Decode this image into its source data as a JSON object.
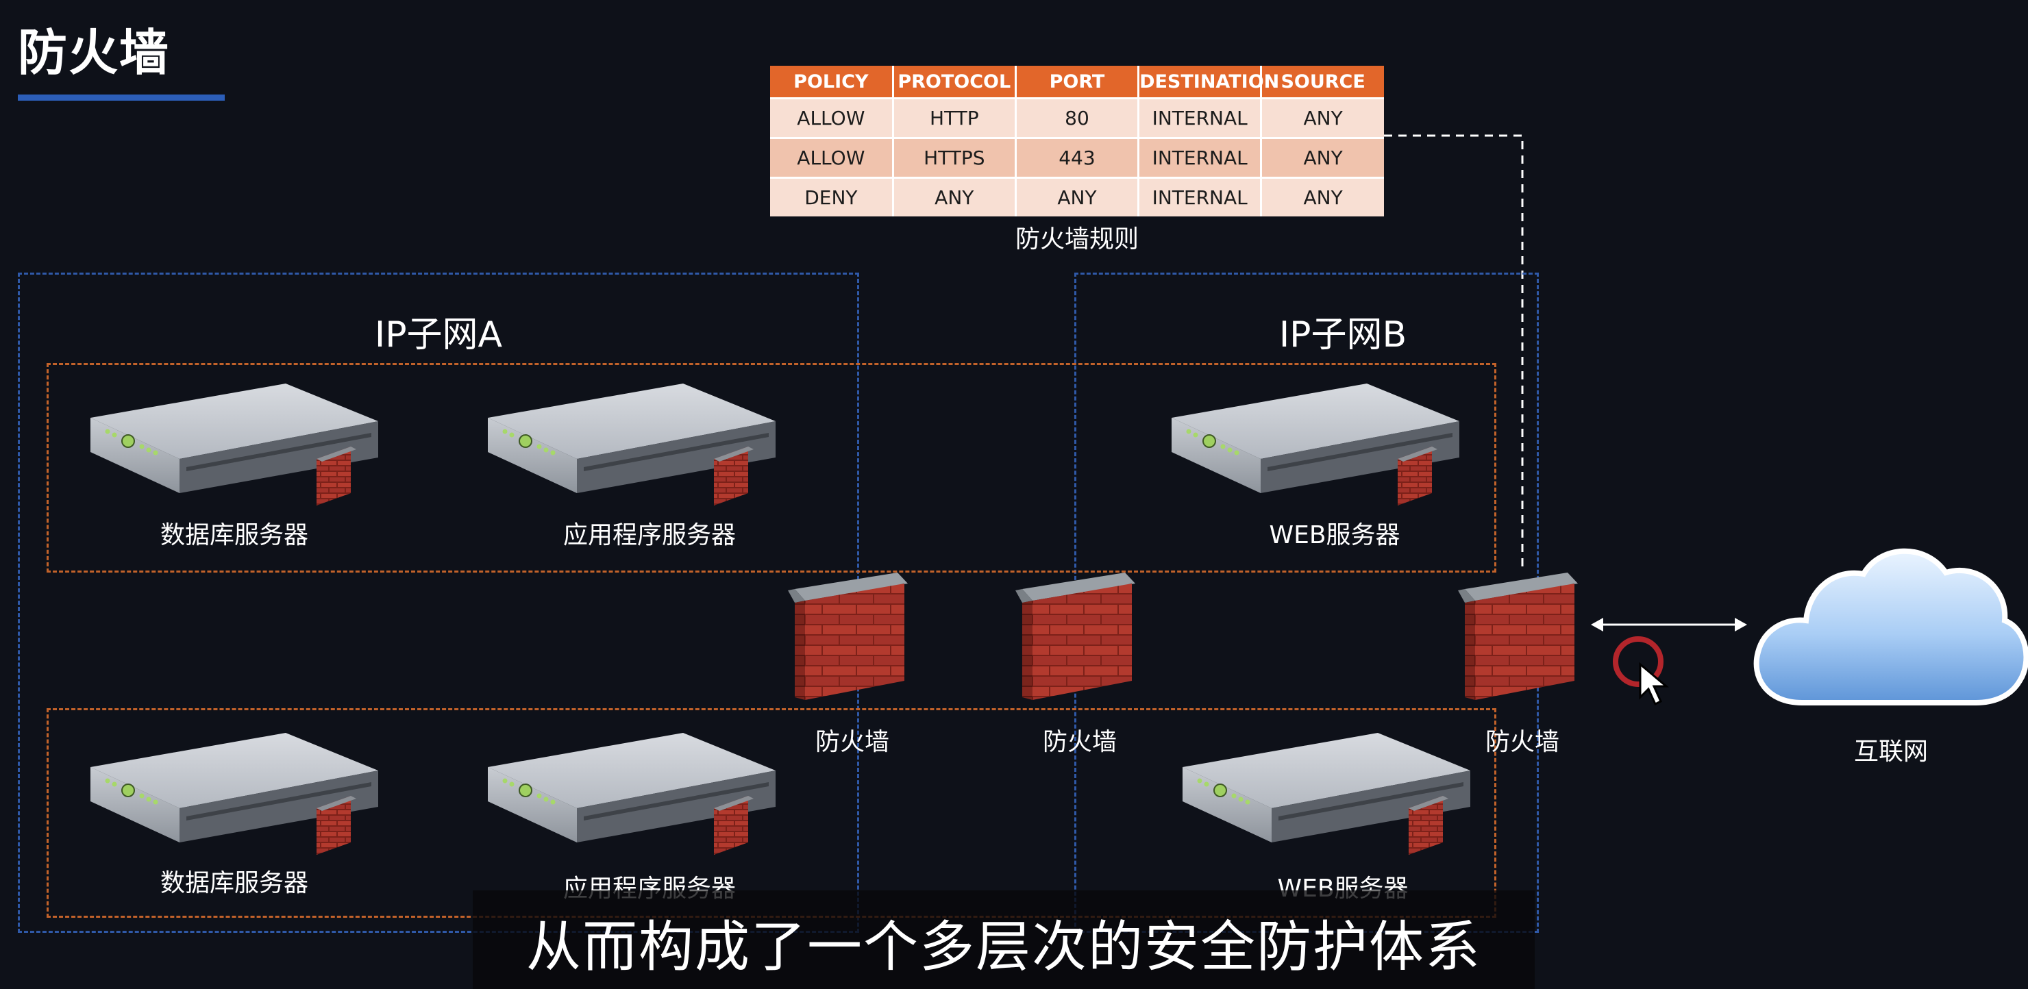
{
  "page": {
    "title": "防火墙"
  },
  "rules_table": {
    "caption": "防火墙规则",
    "columns": [
      "POLICY",
      "PROTOCOL",
      "PORT",
      "DESTINATION",
      "SOURCE"
    ],
    "rows": [
      [
        "ALLOW",
        "HTTP",
        "80",
        "INTERNAL",
        "ANY"
      ],
      [
        "ALLOW",
        "HTTPS",
        "443",
        "INTERNAL",
        "ANY"
      ],
      [
        "DENY",
        "ANY",
        "ANY",
        "INTERNAL",
        "ANY"
      ]
    ]
  },
  "subnets": [
    {
      "title": "IP子网A"
    },
    {
      "title": "IP子网B"
    }
  ],
  "servers": [
    {
      "label": "数据库服务器"
    },
    {
      "label": "应用程序服务器"
    },
    {
      "label": "WEB服务器"
    },
    {
      "label": "数据库服务器"
    },
    {
      "label": "应用程序服务器"
    },
    {
      "label": "WEB服务器"
    }
  ],
  "firewalls": [
    {
      "label": "防火墙"
    },
    {
      "label": "防火墙"
    },
    {
      "label": "防火墙"
    }
  ],
  "internet": {
    "label": "互联网"
  },
  "subtitle": {
    "text": "从而构成了一个多层次的安全防护体系"
  },
  "colors": {
    "background": "#0e1119",
    "accent_blue": "#2c5eb8",
    "table_header": "#e2662a",
    "table_row_light": "#f8dfd3",
    "table_row_dark": "#f0c3ad",
    "subnet_border": "#2f59a8",
    "tier_border": "#c2622a",
    "brick": "#b33a2e",
    "cursor_ring": "#b3252b"
  }
}
